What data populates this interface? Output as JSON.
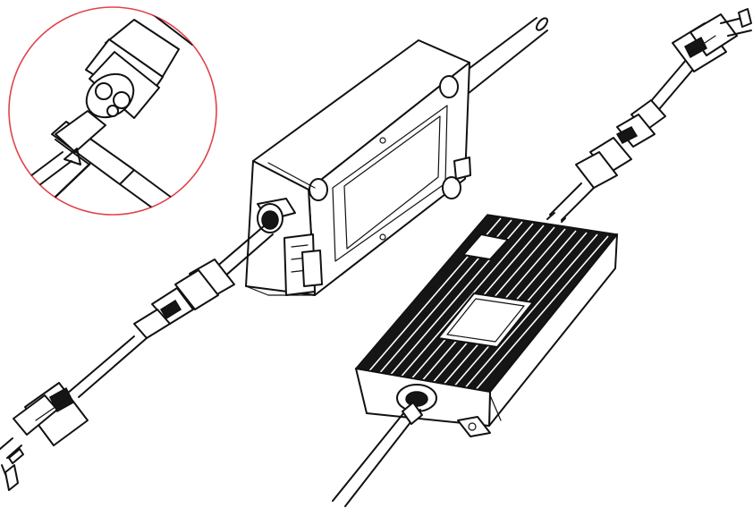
{
  "figure": {
    "background": "#ffffff",
    "line_color": "#111111",
    "detail_circle_color": "#e0434b",
    "parts": [
      "detail-magnifier",
      "white-adapter",
      "black-adapter",
      "plug-left",
      "plug-right"
    ]
  }
}
